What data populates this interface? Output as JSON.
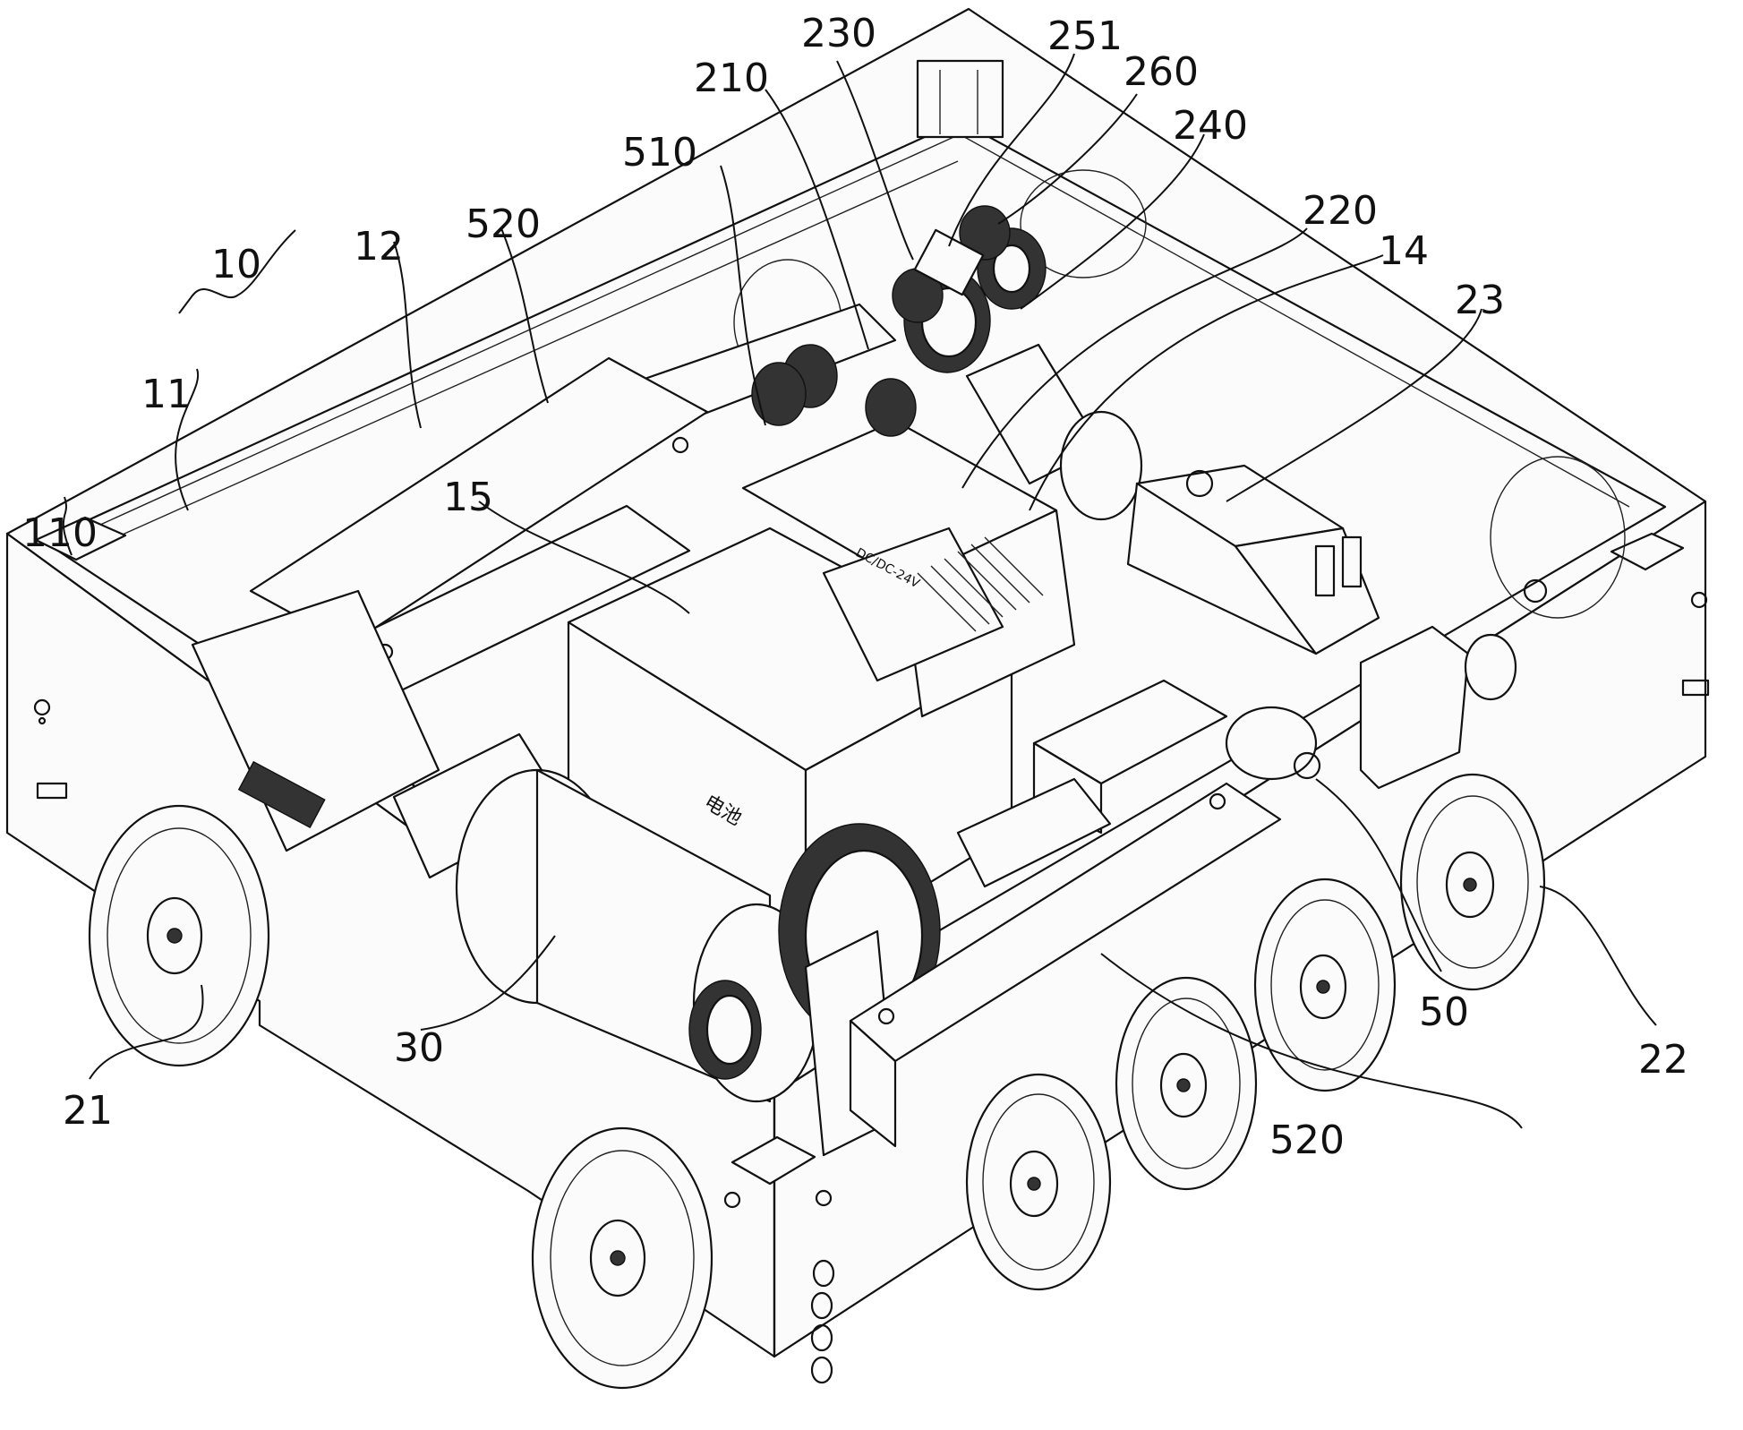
{
  "figure": {
    "battery_text": "电池",
    "labels": [
      {
        "id": "10",
        "text": "10"
      },
      {
        "id": "11",
        "text": "11"
      },
      {
        "id": "12",
        "text": "12"
      },
      {
        "id": "110",
        "text": "110"
      },
      {
        "id": "520-top",
        "text": "520"
      },
      {
        "id": "510",
        "text": "510"
      },
      {
        "id": "210",
        "text": "210"
      },
      {
        "id": "230",
        "text": "230"
      },
      {
        "id": "251",
        "text": "251"
      },
      {
        "id": "260",
        "text": "260"
      },
      {
        "id": "240",
        "text": "240"
      },
      {
        "id": "220",
        "text": "220"
      },
      {
        "id": "14",
        "text": "14"
      },
      {
        "id": "23",
        "text": "23"
      },
      {
        "id": "15",
        "text": "15"
      },
      {
        "id": "30",
        "text": "30"
      },
      {
        "id": "21",
        "text": "21"
      },
      {
        "id": "50",
        "text": "50"
      },
      {
        "id": "22",
        "text": "22"
      },
      {
        "id": "520-bottom",
        "text": "520"
      }
    ]
  }
}
